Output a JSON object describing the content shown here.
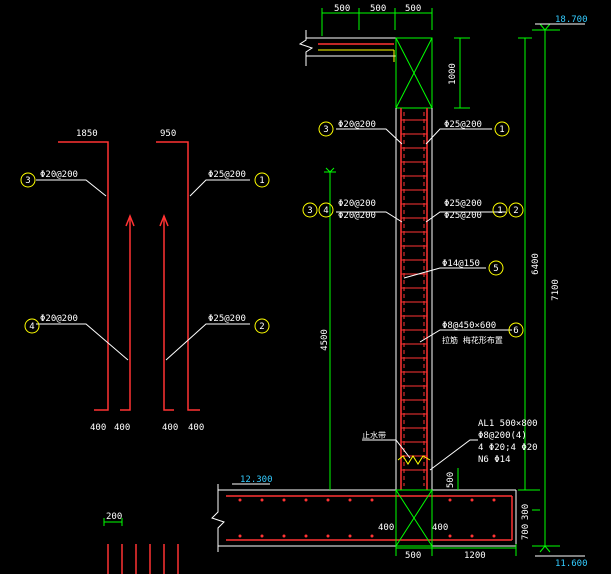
{
  "dims": {
    "top_a": "500",
    "top_b": "500",
    "top_c": "500",
    "d1000": "1000",
    "d6400": "6400",
    "d7100": "7100",
    "d4500": "4500",
    "d500": "500",
    "d300": "300",
    "d700": "700",
    "bot_500": "500",
    "bot_1200": "1200",
    "d400_left": "400",
    "d400_right": "400",
    "l1850": "1850",
    "l950": "950",
    "b400_1": "400",
    "b400_2": "400",
    "b400_3": "400",
    "b400_4": "400",
    "d200": "200"
  },
  "levels": {
    "top": "18.700",
    "bottom": "11.600",
    "left": "12.300"
  },
  "rebar": {
    "r1": "Φ25@200",
    "r2": "Φ25@200",
    "r2b": "Φ25@200",
    "r3": "Φ20@200",
    "r4": "Φ20@200",
    "r4b": "Φ20@200",
    "r5": "Φ14@150",
    "r6": "Φ8@450×600",
    "r6_note": "拉筋 梅花形布置",
    "left_r3": "Φ20@200",
    "left_r1": "Φ25@200",
    "left_r4": "Φ20@200",
    "left_r2": "Φ25@200"
  },
  "beam": {
    "l1": "AL1 500×800",
    "l2": "Φ8@200(4)",
    "l3": "4 Φ20;4 Φ20",
    "l4": "N6 Φ14"
  },
  "note": "止水带",
  "circles": {
    "c1": "1",
    "c2": "2",
    "c3": "3",
    "c4": "4",
    "c5": "5",
    "c6": "6",
    "lc1": "1",
    "lc2": "2",
    "lc3": "3",
    "lc4": "4"
  }
}
